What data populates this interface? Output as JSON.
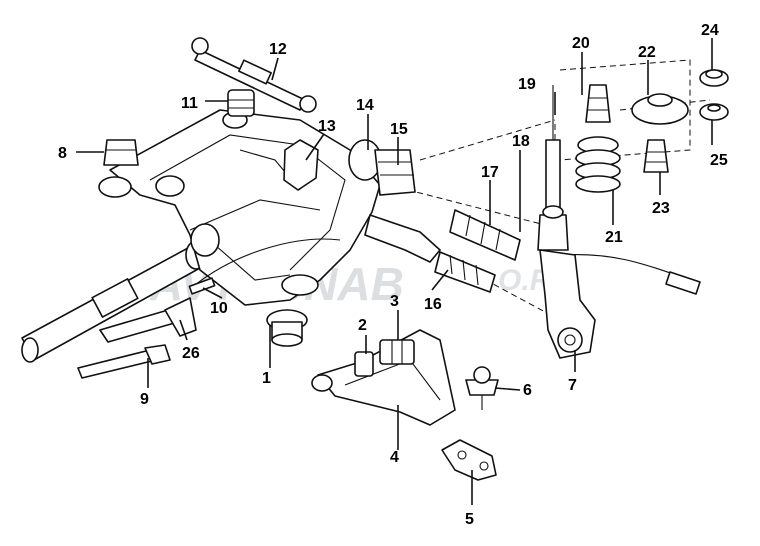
{
  "watermark": {
    "left": "AVTOSNAB",
    "right": "O.RU"
  },
  "callouts": [
    {
      "id": "c1",
      "text": "1"
    },
    {
      "id": "c2",
      "text": "2"
    },
    {
      "id": "c3",
      "text": "3"
    },
    {
      "id": "c4",
      "text": "4"
    },
    {
      "id": "c5",
      "text": "5"
    },
    {
      "id": "c6",
      "text": "6"
    },
    {
      "id": "c7",
      "text": "7"
    },
    {
      "id": "c8",
      "text": "8"
    },
    {
      "id": "c9",
      "text": "9"
    },
    {
      "id": "c10",
      "text": "10"
    },
    {
      "id": "c11",
      "text": "11"
    },
    {
      "id": "c12",
      "text": "12"
    },
    {
      "id": "c13",
      "text": "13"
    },
    {
      "id": "c14",
      "text": "14"
    },
    {
      "id": "c15",
      "text": "15"
    },
    {
      "id": "c16",
      "text": "16"
    },
    {
      "id": "c17",
      "text": "17"
    },
    {
      "id": "c18",
      "text": "18"
    },
    {
      "id": "c19",
      "text": "19"
    },
    {
      "id": "c20",
      "text": "20"
    },
    {
      "id": "c21",
      "text": "21"
    },
    {
      "id": "c22",
      "text": "22"
    },
    {
      "id": "c23",
      "text": "23"
    },
    {
      "id": "c24",
      "text": "24"
    },
    {
      "id": "c25",
      "text": "25"
    },
    {
      "id": "c26",
      "text": "26"
    }
  ]
}
